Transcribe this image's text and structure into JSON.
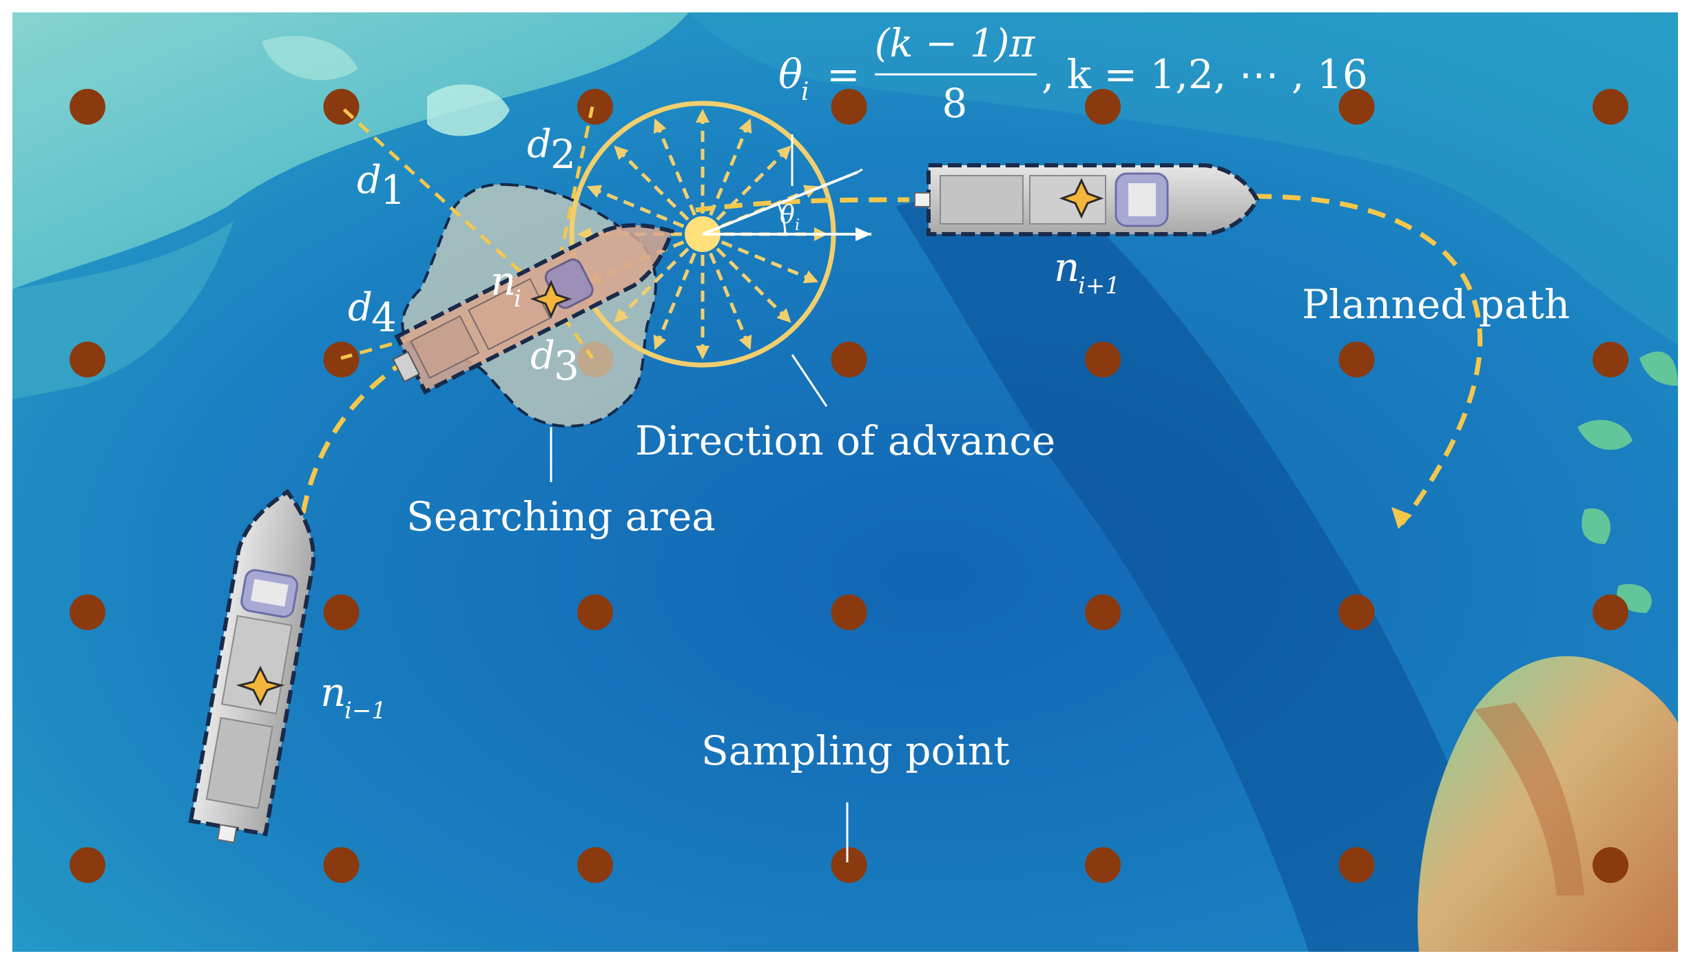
{
  "formula": {
    "lhs": "θ",
    "lhs_sub": "i",
    "eq": "=",
    "numerator": "(k − 1)π",
    "denominator": "8",
    "tail": ", k = 1,2, ⋯ , 16"
  },
  "labels": {
    "searching_area": "Searching area",
    "direction_of_advance": "Direction of advance",
    "planned_path": "Planned path",
    "sampling_point": "Sampling point"
  },
  "distances": [
    {
      "main": "d",
      "sub": "1"
    },
    {
      "main": "d",
      "sub": "2"
    },
    {
      "main": "d",
      "sub": "3"
    },
    {
      "main": "d",
      "sub": "4"
    }
  ],
  "nodes": {
    "prev": {
      "main": "n",
      "sub": "i−1"
    },
    "current": {
      "main": "n",
      "sub": "i"
    },
    "next": {
      "main": "n",
      "sub": "i+1"
    }
  },
  "angle_label": {
    "main": "θ",
    "sub": "i"
  },
  "sampling_grid": {
    "rows": 4,
    "cols": 7
  },
  "direction_rays": 16,
  "colors": {
    "ocean_deep": "#0f5ea8",
    "ocean_mid": "#1f8bc4",
    "shelf": "#5fc7cf",
    "land_green": "#5bb78a",
    "land_brown": "#c98e5a",
    "sampling_point": "#8a3a0e",
    "path": "#f5c84c",
    "ray": "#f2cf6e",
    "search_area": "#c8c8b4"
  }
}
